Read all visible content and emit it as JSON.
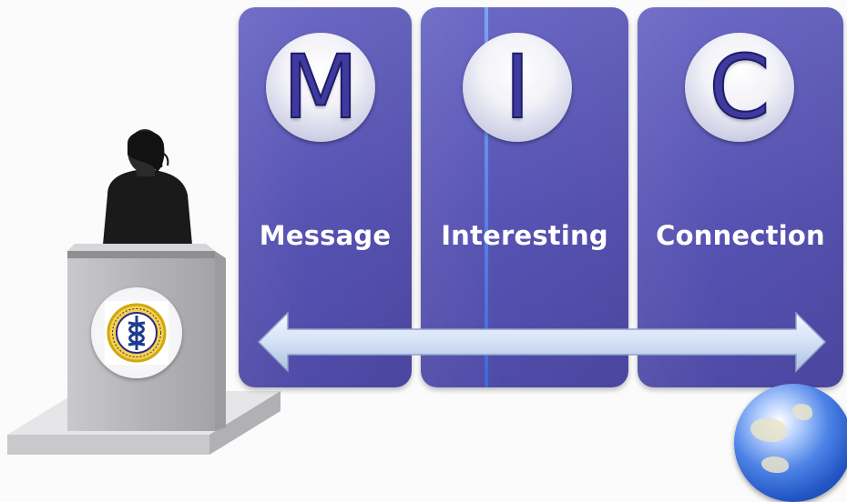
{
  "panels": [
    {
      "letter": "M",
      "label": "Message"
    },
    {
      "letter": "I",
      "label": "Interesting"
    },
    {
      "letter": "C",
      "label": "Connection"
    }
  ],
  "colors": {
    "panel": "#5753b3",
    "letter": "#3e3a9e",
    "arrow": "#c9d8f2",
    "podium": "#b9b9bd",
    "background": "#fbfbfb"
  },
  "icons": [
    "speaker-icon",
    "podium-icon",
    "seal-icon",
    "globe-icon",
    "double-arrow-icon"
  ]
}
